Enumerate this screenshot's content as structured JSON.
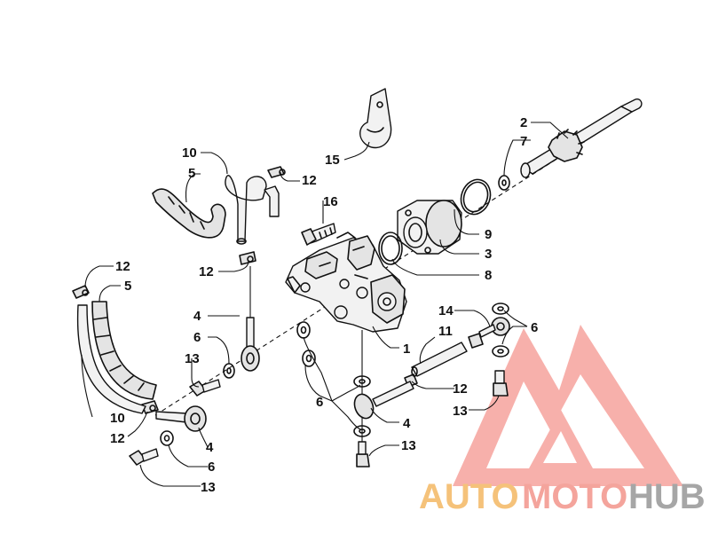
{
  "labels": {
    "l2": "2",
    "l7": "7",
    "l15": "15",
    "l10a": "10",
    "l5a": "5",
    "l12a": "12",
    "l16": "16",
    "l9": "9",
    "l3": "3",
    "l8": "8",
    "l12b": "12",
    "l12c": "12",
    "l5b": "5",
    "l4a": "4",
    "l6a": "6",
    "l13a": "13",
    "l14": "14",
    "l6b": "6",
    "l1": "1",
    "l11": "11",
    "l12d": "12",
    "l13b": "13",
    "l6c": "6",
    "l4b": "4",
    "l13c": "13",
    "l10b": "10",
    "l12e": "12",
    "l4c": "4",
    "l6d": "6",
    "l13d": "13"
  },
  "watermark": {
    "part1": "AUTO",
    "part2": "MOTO",
    "part3": "HUB",
    "colors": {
      "auto": "#f6c37a",
      "moto": "#f4a49c",
      "hub": "#a6a6a6",
      "logo": "#f08d86"
    }
  }
}
